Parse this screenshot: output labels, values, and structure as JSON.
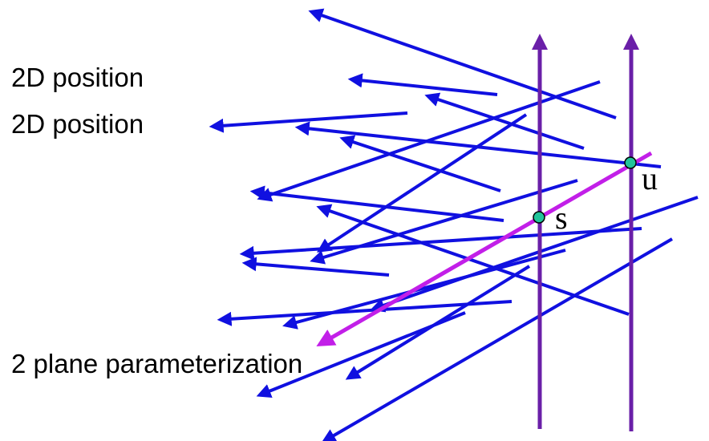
{
  "labels": {
    "position_1": "2D position",
    "position_2": "2D position",
    "parameterization": "2 plane parameterization"
  },
  "point_labels": {
    "s": "s",
    "u": "u"
  },
  "colors": {
    "rays": "#1010e0",
    "planes": "#6a1fa8",
    "highlight_ray": "#c21fe8",
    "points": "#21c49a",
    "point_outline": "#000000",
    "text": "#000000"
  }
}
